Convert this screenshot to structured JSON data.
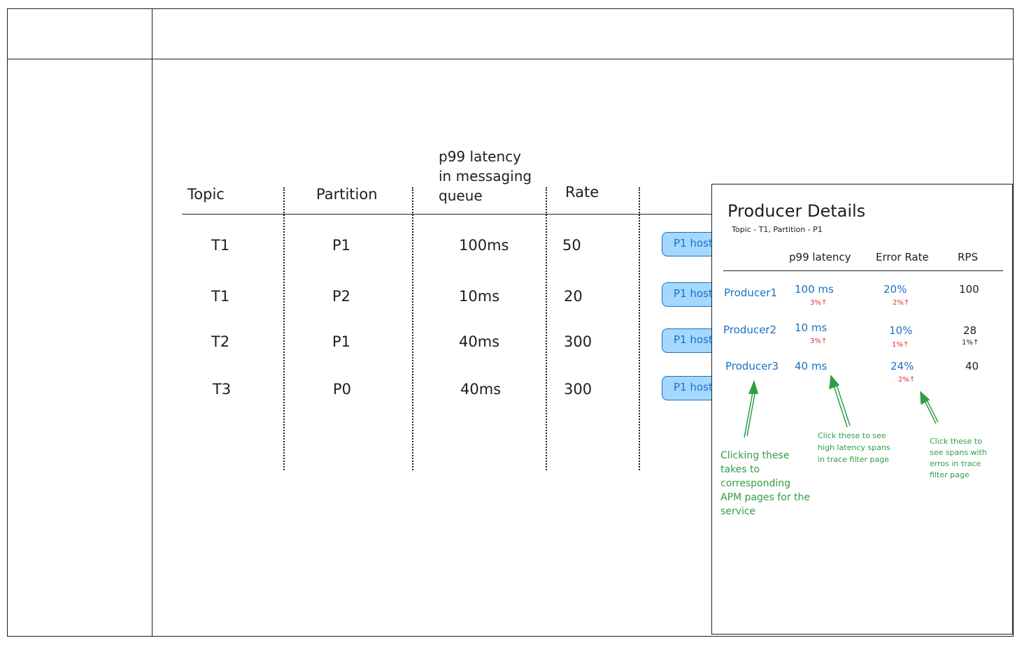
{
  "table": {
    "headers": {
      "topic": "Topic",
      "partition": "Partition",
      "latency": [
        "p99 latency",
        "in messaging",
        "queue"
      ],
      "rate": "Rate"
    },
    "rows": [
      {
        "topic": "T1",
        "partition": "P1",
        "latency": "100ms",
        "rate": "50",
        "host_button": "P1 host"
      },
      {
        "topic": "T1",
        "partition": "P2",
        "latency": "10ms",
        "rate": "20",
        "host_button": "P1 host"
      },
      {
        "topic": "T2",
        "partition": "P1",
        "latency": "40ms",
        "rate": "300",
        "host_button": "P1 host"
      },
      {
        "topic": "T3",
        "partition": "P0",
        "latency": "40ms",
        "rate": "300",
        "host_button": "P1 host"
      }
    ]
  },
  "panel": {
    "title": "Producer Details",
    "subtitle": "Topic - T1, Partition - P1",
    "columns": {
      "latency": "p99 latency",
      "error_rate": "Error Rate",
      "rps": "RPS"
    },
    "rows": [
      {
        "name": "Producer1",
        "latency": "100 ms",
        "latency_delta": "3%↑",
        "error_rate": "20%",
        "error_delta": "2%↑",
        "rps": "100",
        "rps_delta": ""
      },
      {
        "name": "Producer2",
        "latency": "10 ms",
        "latency_delta": "3%↑",
        "error_rate": "10%",
        "error_delta": "1%↑",
        "rps": "28",
        "rps_delta": "1%↑"
      },
      {
        "name": "Producer3",
        "latency": "40 ms",
        "latency_delta": "",
        "error_rate": "24%",
        "error_delta": "2%↑",
        "rps": "40",
        "rps_delta": ""
      }
    ],
    "notes": {
      "producer_link": [
        "Clicking these",
        "takes to",
        "corresponding",
        "APM pages for the",
        "service"
      ],
      "latency_link": [
        "Click these to see",
        "high latency spans",
        "in trace filter page"
      ],
      "error_link": [
        "Click these to",
        "see spans with",
        "erros in trace",
        "filter page"
      ]
    },
    "colors": {
      "link": "#1971c2",
      "delta": "#e03131",
      "note": "#2f9e44"
    }
  },
  "colors": {
    "button_fill": "#a5d8ff",
    "button_border": "#1971c2",
    "ink": "#1e1e1e"
  }
}
